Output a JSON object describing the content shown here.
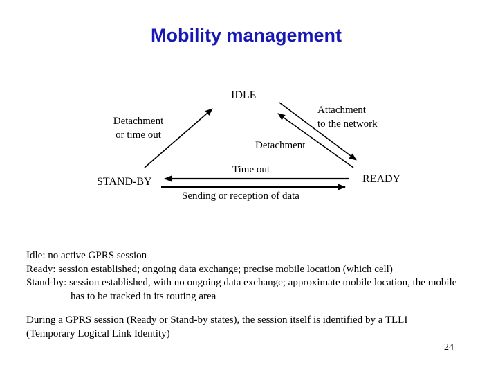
{
  "slide": {
    "title": "Mobility management",
    "page_number": "24"
  },
  "colors": {
    "title": "#1717b5",
    "text": "#000000",
    "background": "#ffffff"
  },
  "diagram": {
    "type": "state-transition-diagram",
    "states": {
      "idle": "IDLE",
      "standby": "STAND-BY",
      "ready": "READY"
    },
    "transitions": {
      "standby_to_idle": {
        "line1": "Detachment",
        "line2": "or time out"
      },
      "idle_to_ready": {
        "line1": "Attachment",
        "line2": "to the network"
      },
      "ready_to_idle": {
        "label": "Detachment"
      },
      "ready_to_standby": {
        "label": "Time out"
      },
      "standby_to_ready": {
        "label": "Sending or reception of data"
      }
    }
  },
  "notes": {
    "state_definitions": [
      "Idle: no active GPRS session",
      "Ready: session established; ongoing data exchange; precise mobile location (which cell)",
      "Stand-by: session established, with no ongoing data exchange; approximate mobile location, the mobile",
      "has to be tracked in its routing area"
    ],
    "tlli": [
      "During a GPRS session (Ready or Stand-by states), the session itself is identified by a TLLI",
      "(Temporary Logical Link Identity)"
    ]
  }
}
